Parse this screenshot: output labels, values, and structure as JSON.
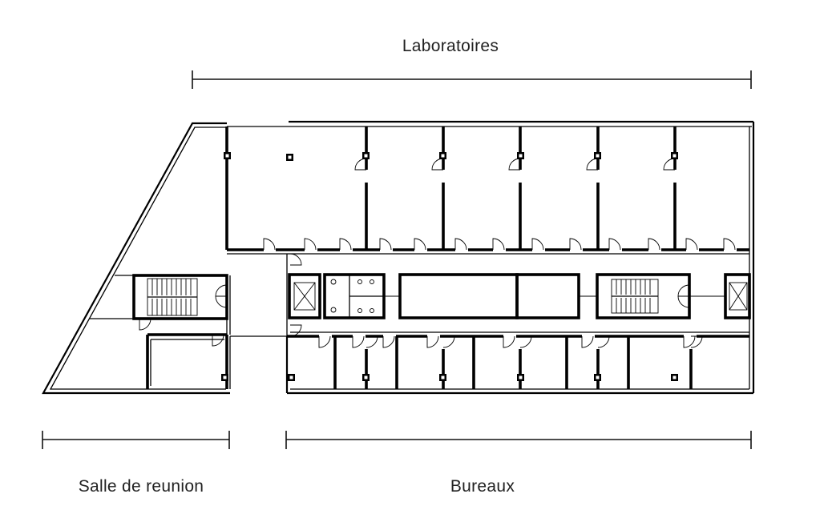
{
  "labels": {
    "laboratoires": "Laboratoires",
    "salle_de_reunion": "Salle de reunion",
    "bureaux": "Bureaux"
  },
  "colors": {
    "background": "#ffffff",
    "lines": "#000000",
    "text": "#222222"
  }
}
